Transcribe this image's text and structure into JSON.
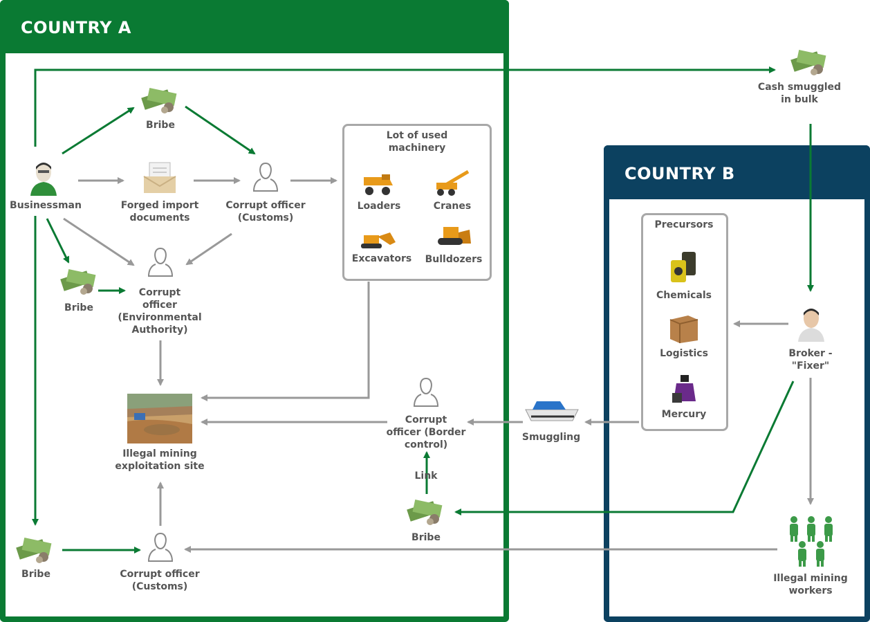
{
  "countries": {
    "a": {
      "title": "COUNTRY A",
      "color": "#0a7a33"
    },
    "b": {
      "title": "COUNTRY B",
      "color": "#0c4160"
    }
  },
  "colors": {
    "green_arrow": "#0a7a33",
    "gray_arrow": "#999999",
    "label": "#555555"
  },
  "nodes": {
    "businessman": "Businessman",
    "bribe_top": "Bribe",
    "forged_docs_1": "Forged import",
    "forged_docs_2": "documents",
    "corrupt_customs_top_1": "Corrupt officer",
    "corrupt_customs_top_2": "(Customs)",
    "bribe_mid": "Bribe",
    "corrupt_env_1": "Corrupt",
    "corrupt_env_2": "officer",
    "corrupt_env_3": "(Environmental",
    "corrupt_env_4": "Authority)",
    "mining_site_1": "Illegal mining",
    "mining_site_2": "exploitation site",
    "bribe_bottom_left": "Bribe",
    "corrupt_customs_bottom_1": "Corrupt officer",
    "corrupt_customs_bottom_2": "(Customs)",
    "corrupt_border_1": "Corrupt",
    "corrupt_border_2": "officer (Border",
    "corrupt_border_3": "control)",
    "link": "Link",
    "bribe_border": "Bribe",
    "smuggling": "Smuggling",
    "cash_smuggled_1": "Cash smuggled",
    "cash_smuggled_2": "in bulk",
    "broker_1": "Broker -",
    "broker_2": "\"Fixer\"",
    "workers_1": "Illegal mining",
    "workers_2": "workers"
  },
  "machinery": {
    "title_1": "Lot of used",
    "title_2": "machinery",
    "items": [
      "Loaders",
      "Cranes",
      "Excavators",
      "Bulldozers"
    ]
  },
  "precursors": {
    "title": "Precursors",
    "items": [
      "Chemicals",
      "Logistics",
      "Mercury"
    ]
  }
}
